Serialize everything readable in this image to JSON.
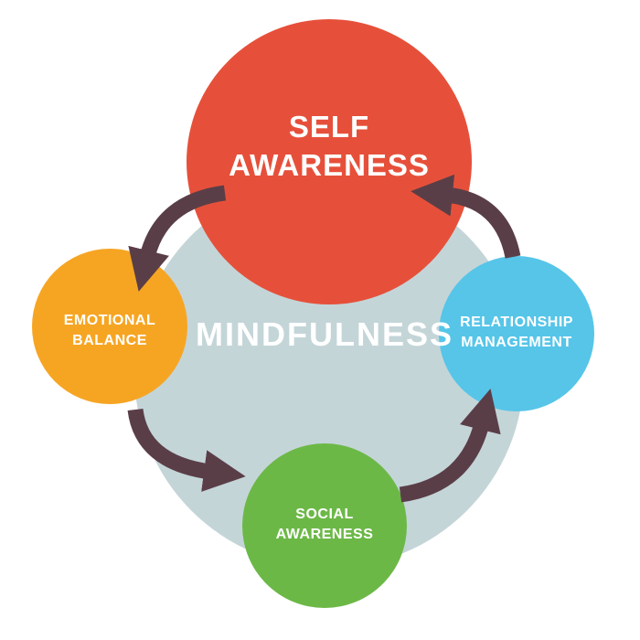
{
  "diagram": {
    "center": {
      "label": "MINDFULNESS",
      "color": "#c4d5d8"
    },
    "nodes": [
      {
        "id": "self-awareness",
        "line1": "SELF",
        "line2": "AWARENESS",
        "color": "#e6503a",
        "position": "top"
      },
      {
        "id": "emotional-balance",
        "line1": "EMOTIONAL",
        "line2": "BALANCE",
        "color": "#f6a523",
        "position": "left"
      },
      {
        "id": "relationship-management",
        "line1": "RELATIONSHIP",
        "line2": "MANAGEMENT",
        "color": "#56c5e8",
        "position": "right"
      },
      {
        "id": "social-awareness",
        "line1": "SOCIAL",
        "line2": "AWARENESS",
        "color": "#6cb847",
        "position": "bottom"
      }
    ],
    "arrows": [
      {
        "from": "self-awareness",
        "to": "emotional-balance"
      },
      {
        "from": "emotional-balance",
        "to": "social-awareness"
      },
      {
        "from": "social-awareness",
        "to": "relationship-management"
      },
      {
        "from": "relationship-management",
        "to": "self-awareness"
      }
    ],
    "arrow_color": "#5a3e47",
    "text_color": "#ffffff",
    "background_color": "#ffffff"
  }
}
